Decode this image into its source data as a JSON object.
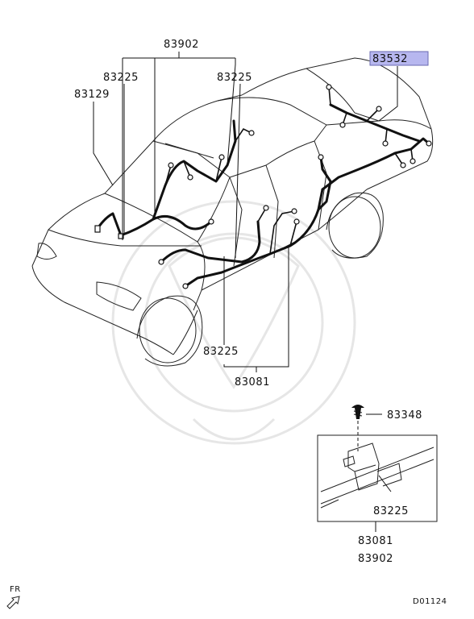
{
  "callouts": {
    "top_bracket": "83902",
    "left_upper": "83225",
    "right_upper": "83225",
    "left_side": "83129",
    "highlight": "83532",
    "bottom_middle": "83225",
    "bottom_bracket": "83081",
    "screw": "83348",
    "detail_clip": "83225",
    "detail_bottom_1": "83081",
    "detail_bottom_2": "83902"
  },
  "footer": {
    "direction_label": "FR",
    "diagram_code": "D01124"
  },
  "colors": {
    "highlight_fill": "#b7b7ef",
    "line": "#111111",
    "watermark": "#e6e6e6"
  },
  "icons": {
    "direction": "front-arrow-icon",
    "fastener": "screw-icon"
  }
}
